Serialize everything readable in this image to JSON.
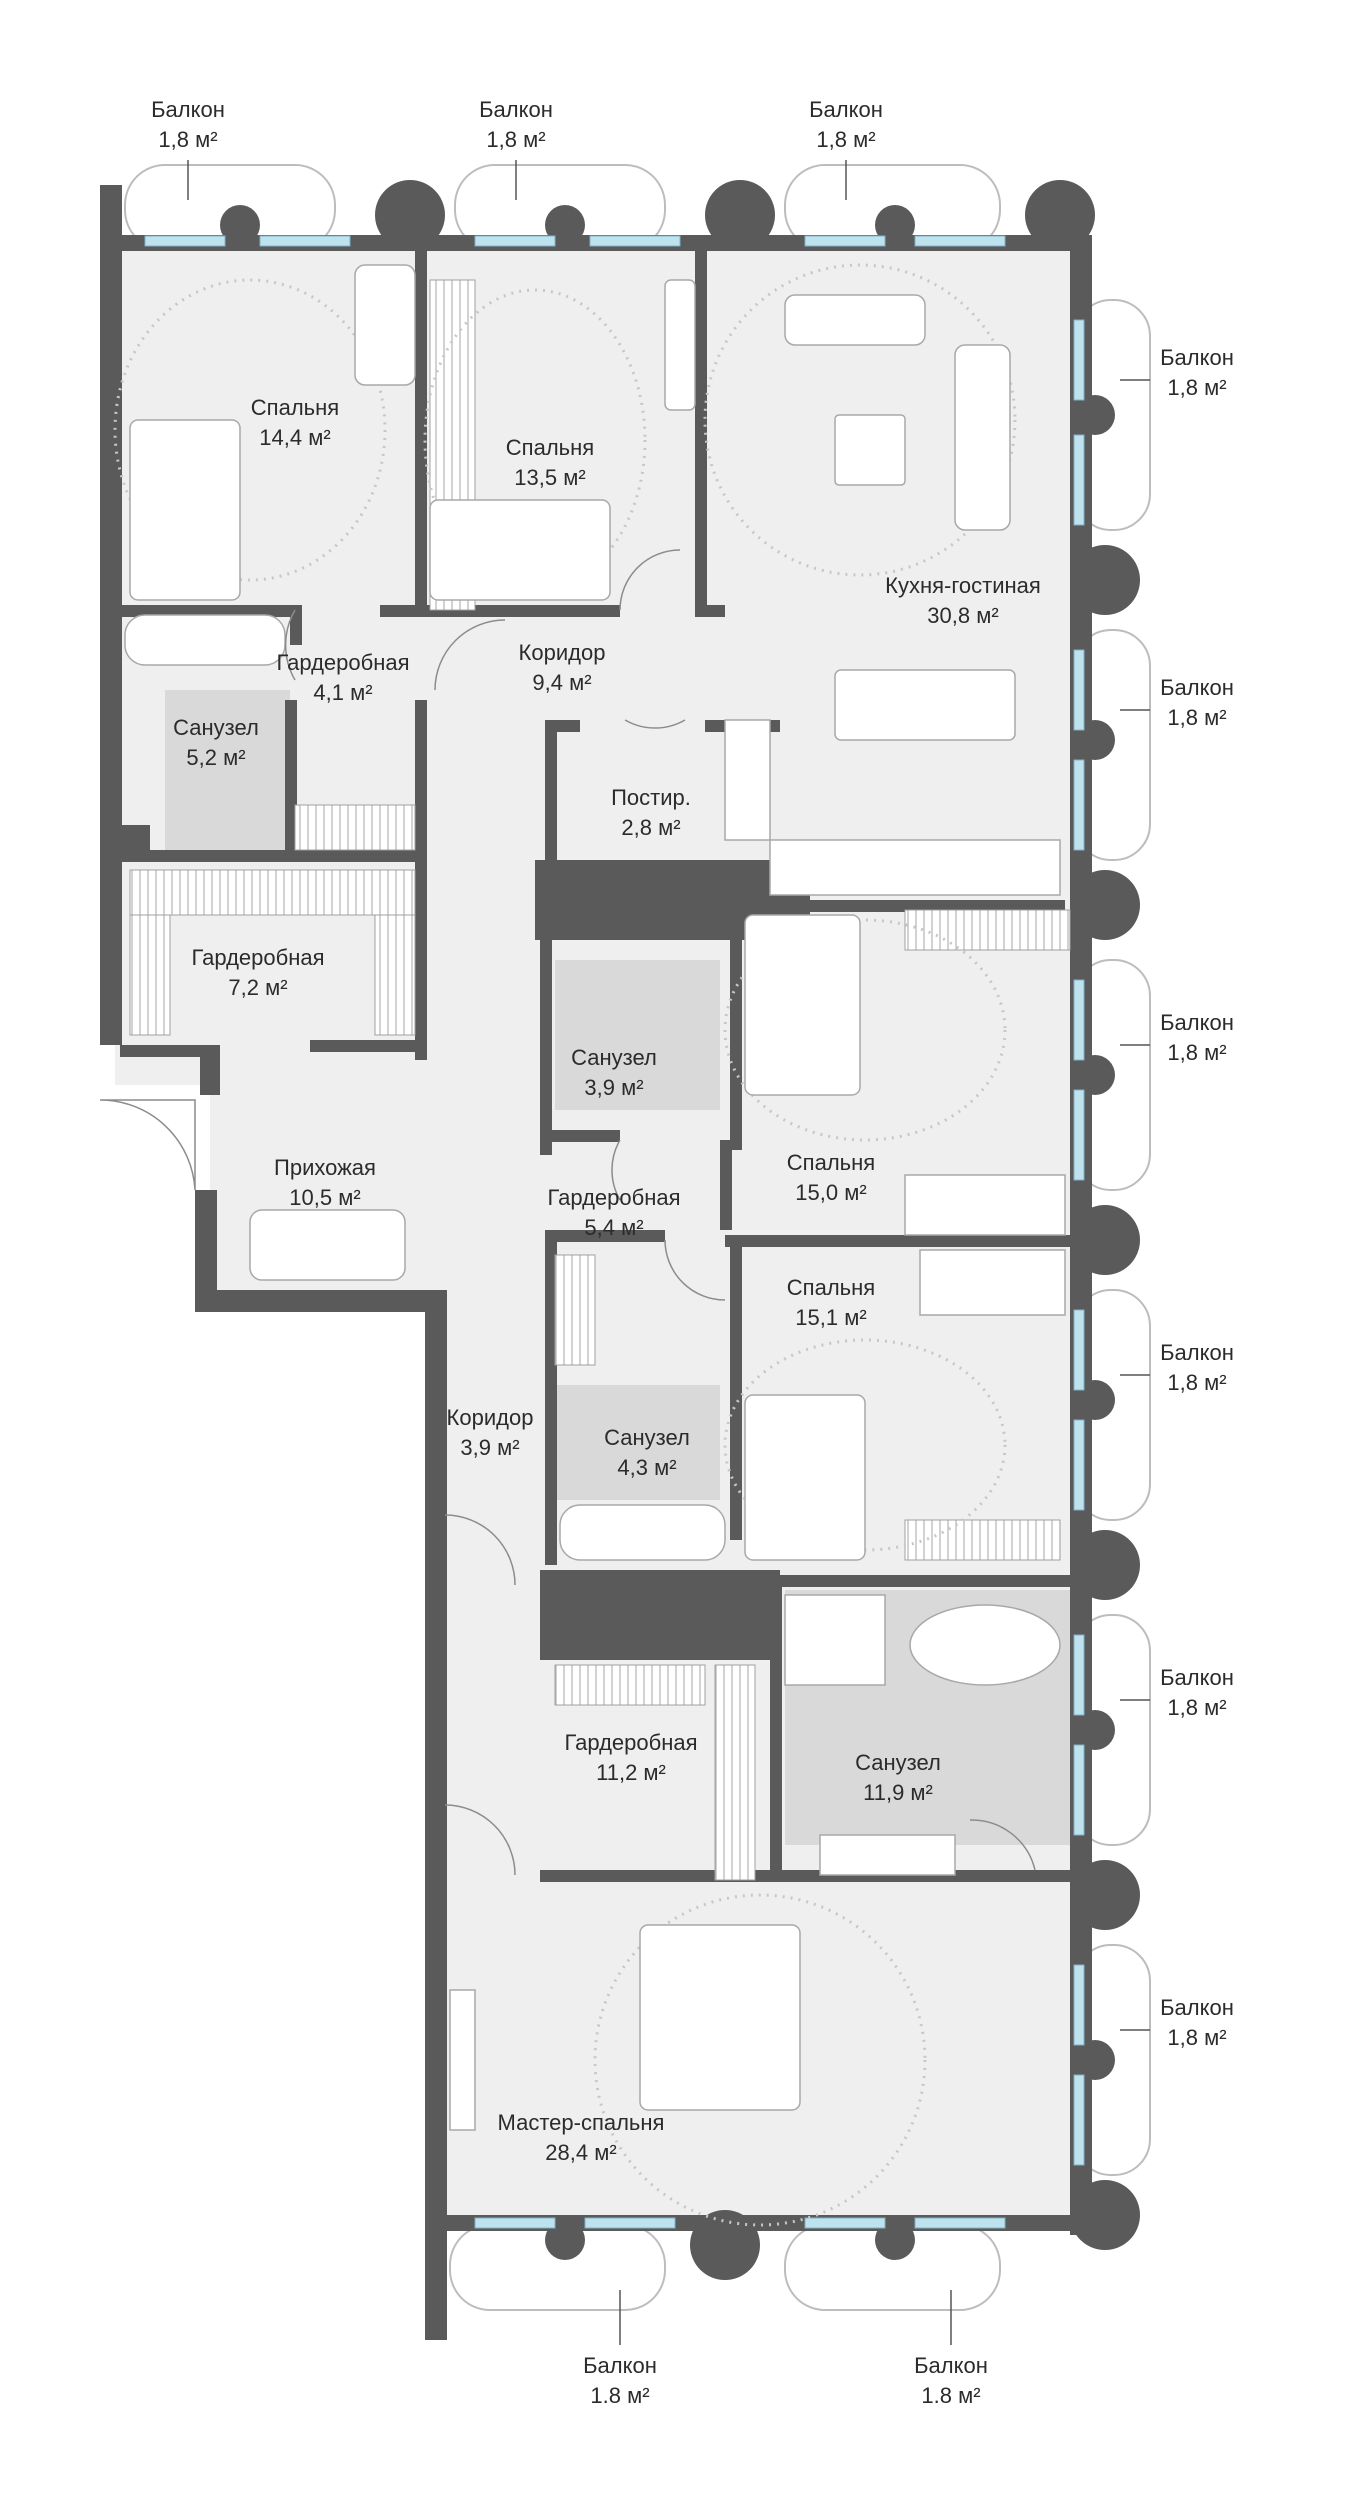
{
  "colors": {
    "wall": "#5a5a5a",
    "floor": "#efefef",
    "wet_area": "#d9d9d9",
    "window": "#bfe3ee",
    "balcony": "#ffffff"
  },
  "rooms": {
    "bedroom_1": {
      "name": "Спальня",
      "area": "14,4 м²"
    },
    "bedroom_2": {
      "name": "Спальня",
      "area": "13,5 м²"
    },
    "kitchen_living": {
      "name": "Кухня-гостиная",
      "area": "30,8 м²"
    },
    "wardrobe_1": {
      "name": "Гардеробная",
      "area": "4,1 м²"
    },
    "corridor_1": {
      "name": "Коридор",
      "area": "9,4 м²"
    },
    "bath_1": {
      "name": "Санузел",
      "area": "5,2 м²"
    },
    "laundry": {
      "name": "Постир.",
      "area": "2,8 м²"
    },
    "wardrobe_2": {
      "name": "Гардеробная",
      "area": "7,2 м²"
    },
    "bath_2": {
      "name": "Санузел",
      "area": "3,9 м²"
    },
    "hall": {
      "name": "Прихожая",
      "area": "10,5 м²"
    },
    "wardrobe_3": {
      "name": "Гардеробная",
      "area": "5,4 м²"
    },
    "bedroom_3": {
      "name": "Спальня",
      "area": "15,0 м²"
    },
    "bedroom_4": {
      "name": "Спальня",
      "area": "15,1 м²"
    },
    "corridor_2": {
      "name": "Коридор",
      "area": "3,9 м²"
    },
    "bath_3": {
      "name": "Санузел",
      "area": "4,3 м²"
    },
    "wardrobe_4": {
      "name": "Гардеробная",
      "area": "11,2 м²"
    },
    "bath_4": {
      "name": "Санузел",
      "area": "11,9 м²"
    },
    "master": {
      "name": "Мастер-спальня",
      "area": "28,4 м²"
    }
  },
  "balconies": {
    "top_1": {
      "name": "Балкон",
      "area": "1,8 м²"
    },
    "top_2": {
      "name": "Балкон",
      "area": "1,8 м²"
    },
    "top_3": {
      "name": "Балкон",
      "area": "1,8 м²"
    },
    "right_1": {
      "name": "Балкон",
      "area": "1,8 м²"
    },
    "right_2": {
      "name": "Балкон",
      "area": "1,8 м²"
    },
    "right_3": {
      "name": "Балкон",
      "area": "1,8 м²"
    },
    "right_4": {
      "name": "Балкон",
      "area": "1,8 м²"
    },
    "right_5": {
      "name": "Балкон",
      "area": "1,8 м²"
    },
    "right_6": {
      "name": "Балкон",
      "area": "1,8 м²"
    },
    "bottom_1": {
      "name": "Балкон",
      "area": "1.8 м²"
    },
    "bottom_2": {
      "name": "Балкон",
      "area": "1.8 м²"
    }
  }
}
